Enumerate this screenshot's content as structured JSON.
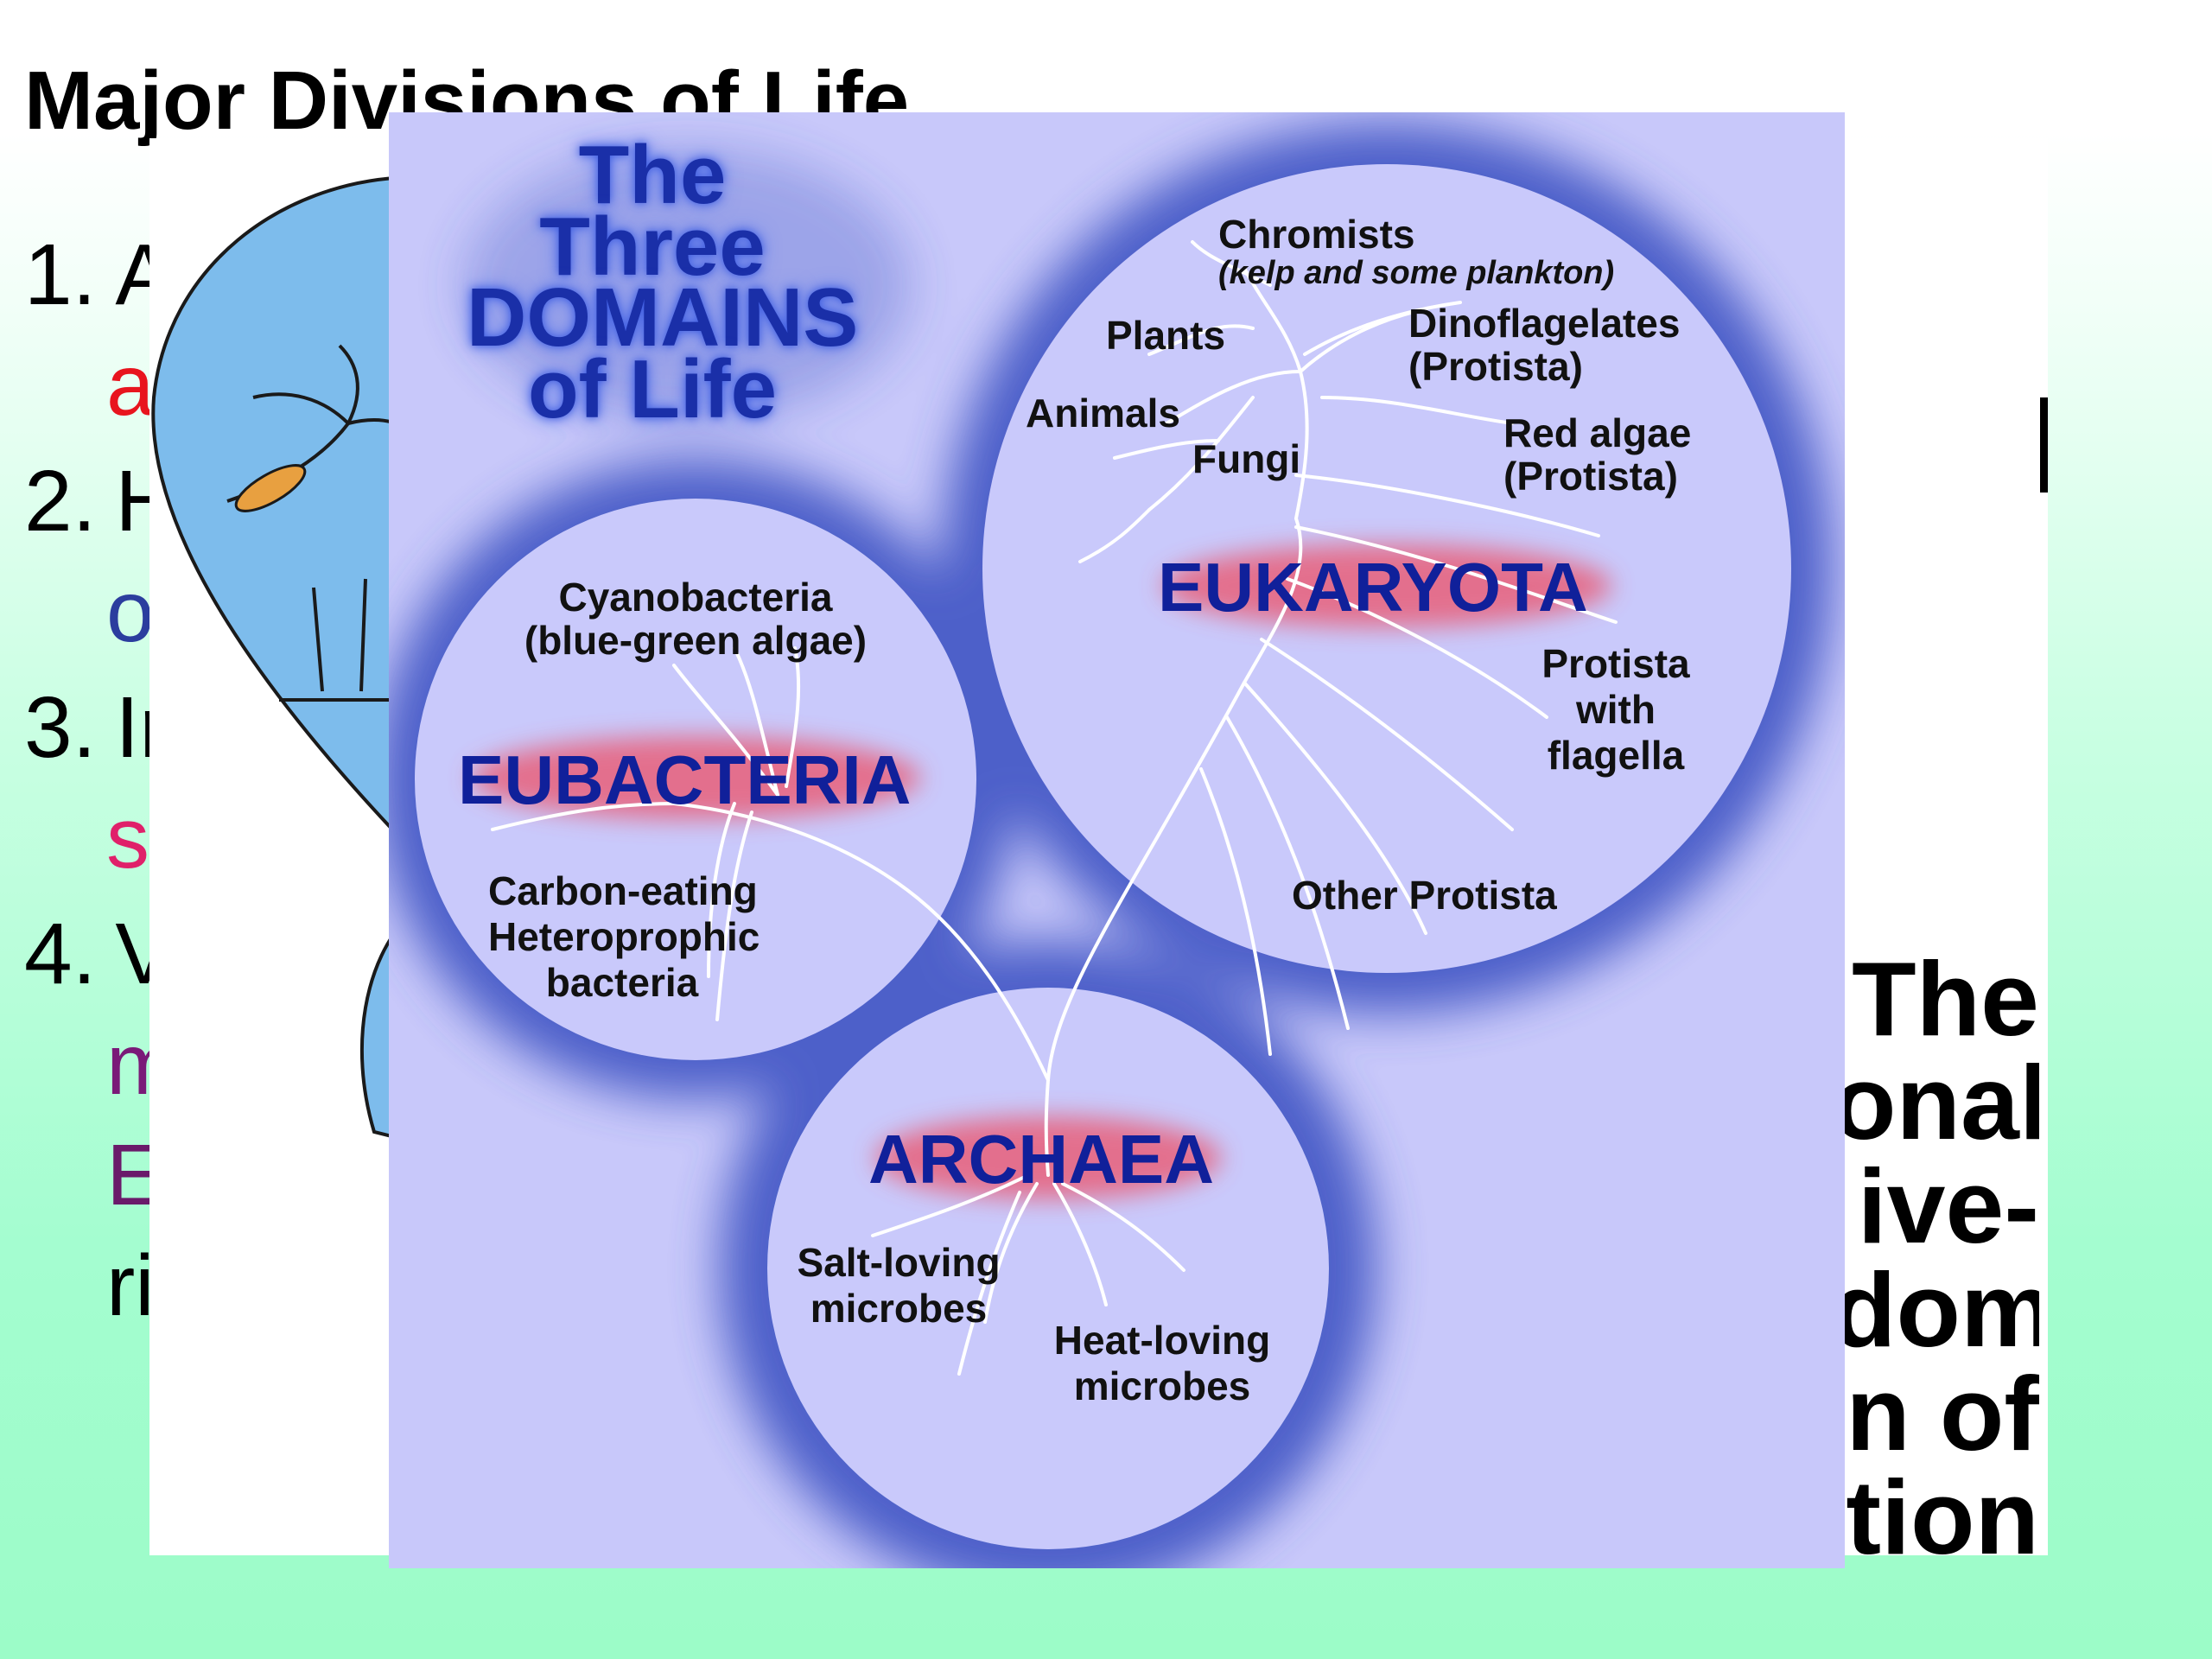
{
  "slide": {
    "title": "Major Divisions of Life",
    "list": [
      {
        "num": "1.",
        "first": "A",
        "second": "a",
        "second_color": "#e8141e"
      },
      {
        "num": "2.",
        "first": "H",
        "second": "o",
        "second_color": "#2b3d9e"
      },
      {
        "num": "3.",
        "first": "Ir",
        "second": "s",
        "second_color": "#e0206a"
      },
      {
        "num": "4.",
        "first": "V",
        "second": "m",
        "second_color": "#7a1a78",
        "third": "E",
        "third_color": "#6a1a6a",
        "fourth": "ri",
        "fourth_color": "#000000"
      }
    ],
    "right_text": [
      "The",
      "onal",
      "ive-",
      "dom",
      "n of",
      "tion"
    ]
  },
  "figure": {
    "title_lines": [
      "The",
      "Three",
      "DOMAINS",
      "of Life"
    ],
    "domains": {
      "eukaryota": "EUKARYOTA",
      "eubacteria": "EUBACTERIA",
      "archaea": "ARCHAEA"
    },
    "labels": {
      "chromists": "Chromists",
      "chromists_note": "(kelp and some plankton)",
      "plants": "Plants",
      "dinoflagelates": "Dinoflagelates",
      "dinoflagelates_note": "(Protista)",
      "animals": "Animals",
      "fungi": "Fungi",
      "red_algae": "Red algae",
      "red_algae_note": "(Protista)",
      "protista_flagella": [
        "Protista",
        "with",
        "flagella"
      ],
      "other_protista": "Other Protista",
      "cyanobacteria": "Cyanobacteria",
      "cyanobacteria_note": "(blue-green algae)",
      "carbon_eating": [
        "Carbon-eating",
        "Heteroprophic",
        "bacteria"
      ],
      "salt_loving": [
        "Salt-loving",
        "microbes"
      ],
      "heat_loving": [
        "Heat-loving",
        "microbes"
      ]
    },
    "colors": {
      "background": "#c8c8fa",
      "glow": "#3f55c4",
      "domain_text": "#10209a",
      "domain_glow": "#e0506a",
      "branch": "#ffffff"
    }
  }
}
